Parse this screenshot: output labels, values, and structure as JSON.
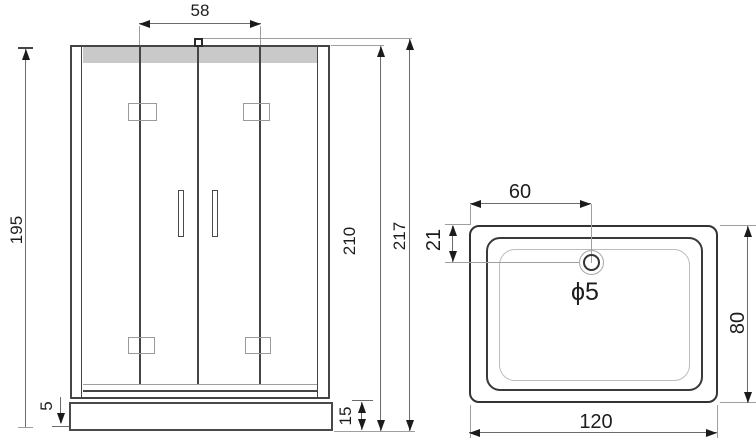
{
  "front_view": {
    "dim_door_opening_width": "58",
    "dim_glass_height": "195",
    "dim_base_gap": "5",
    "dim_tray_height": "15",
    "dim_frame_height": "210",
    "dim_total_height": "217"
  },
  "top_view": {
    "dim_drain_offset_x": "60",
    "dim_drain_offset_y": "21",
    "dim_drain_diameter": "ϕ5",
    "dim_tray_depth": "80",
    "dim_tray_width": "120"
  },
  "colors": {
    "line_dark": "#454545",
    "line_light": "#9f9f9f",
    "glass_tint": "#c9c9c9",
    "arrow": "#1b1b1b",
    "background": "#ffffff"
  }
}
